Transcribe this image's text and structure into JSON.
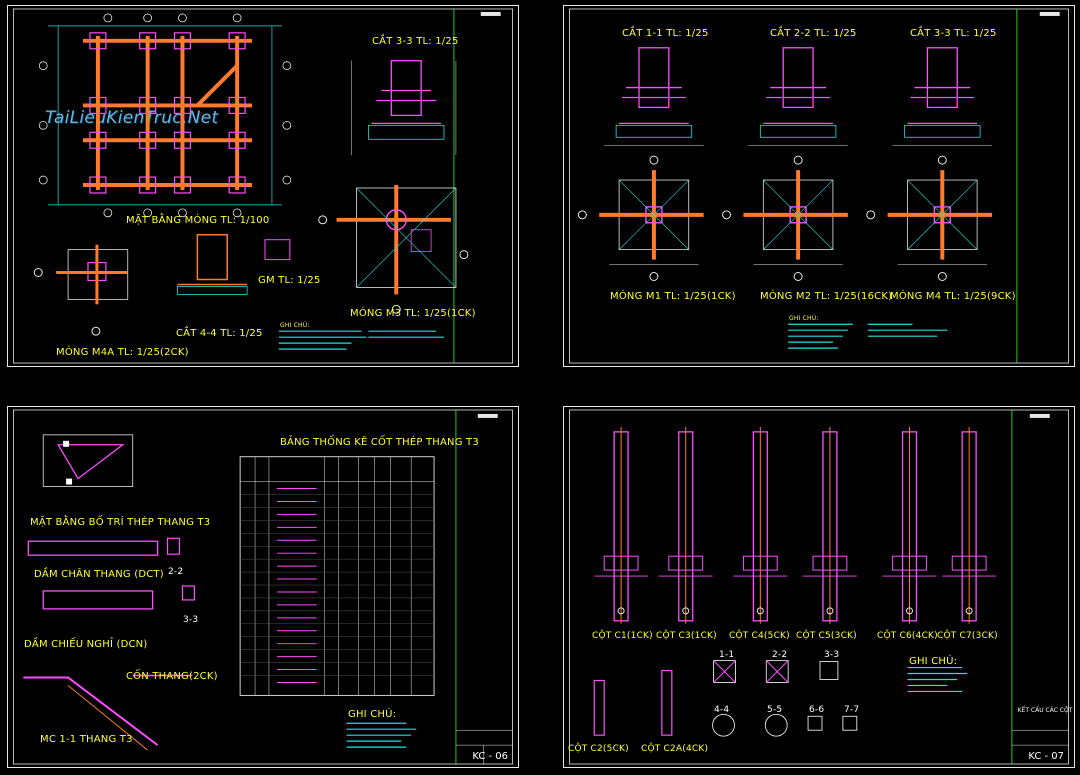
{
  "watermark": "TaiLieuKienTruc.Net",
  "sheet1": {
    "labels": {
      "mat_bang_mong": "MẶT BẰNG MÓNG TL: 1/100",
      "cat_3_3": "CẮT 3-3 TL: 1/25",
      "mong_m3": "MÓNG M3 TL: 1/25(1CK)",
      "cat_4_4": "CẮT 4-4 TL: 1/25",
      "gm": "GM TL: 1/25",
      "mong_m4a": "MÓNG M4A TL: 1/25(2CK)",
      "ghi_chu": "GHI CHÚ:"
    }
  },
  "sheet2": {
    "labels": {
      "cat_1_1": "CẮT 1-1 TL: 1/25",
      "cat_2_2": "CẮT 2-2 TL: 1/25",
      "cat_3_3": "CẮT 3-3 TL: 1/25",
      "mong_m1": "MÓNG M1 TL: 1/25(1CK)",
      "mong_m2": "MÓNG M2 TL: 1/25(16CK)",
      "mong_m4": "MÓNG M4 TL: 1/25(9CK)",
      "ghi_chu": "GHI CHÚ:"
    }
  },
  "sheet3": {
    "labels": {
      "bang": "BẢNG THỐNG KÊ CỐT THÉP THANG T3",
      "mat_bang": "MẶT BẰNG BỐ TRÍ THÉP THANG T3",
      "dam_chan": "DẦM CHÂN THANG (DCT)",
      "dam_chieu": "DẦM CHIẾU NGHỈ (DCN)",
      "con_thang": "CỐN THANG(2CK)",
      "mc": "MC 1-1 THANG T3",
      "ghi_chu": "GHI CHÚ:",
      "s22": "2-2",
      "s33": "3-3"
    },
    "code": "KC - 06"
  },
  "sheet4": {
    "labels": {
      "c1": "CỘT C1(1CK)",
      "c3": "CỘT C3(1CK)",
      "c4": "CỘT C4(5CK)",
      "c5": "CỘT C5(3CK)",
      "c6": "CỘT C6(4CK)",
      "c7": "CỘT C7(3CK)",
      "c2": "CỘT C2(5CK)",
      "c2a": "CỘT C2A(4CK)",
      "ghi_chu": "GHI CHÚ:",
      "s11": "1-1",
      "s22": "2-2",
      "s33": "3-3",
      "s44": "4-4",
      "s55": "5-5",
      "s66": "6-6",
      "s77": "7-7",
      "title": "KẾT CẤU CÁC CỘT"
    },
    "code": "KC - 07"
  }
}
